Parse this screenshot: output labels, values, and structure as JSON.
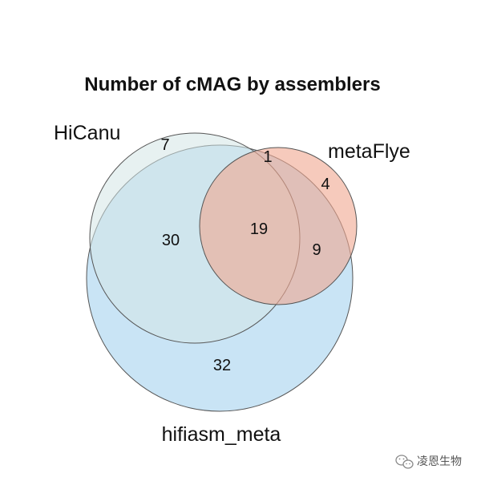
{
  "diagram": {
    "title": "Number of cMAG by assemblers",
    "sets": [
      {
        "name": "HiCanu",
        "color": "#d4e6e6"
      },
      {
        "name": "metaFlye",
        "color": "#f4b19e"
      },
      {
        "name": "hifiasm_meta",
        "color": "#bfdff3"
      }
    ],
    "regions": [
      {
        "id": "hicanu_only",
        "count": "7"
      },
      {
        "id": "hicanu_metaflye",
        "count": "1"
      },
      {
        "id": "metaflye_only",
        "count": "4"
      },
      {
        "id": "hicanu_hifiasm",
        "count": "30"
      },
      {
        "id": "all_three",
        "count": "19"
      },
      {
        "id": "metaflye_hifiasm",
        "count": "9"
      },
      {
        "id": "hifiasm_only",
        "count": "32"
      }
    ]
  },
  "watermark": {
    "text": "凌恩生物",
    "icon": "wechat-icon"
  }
}
